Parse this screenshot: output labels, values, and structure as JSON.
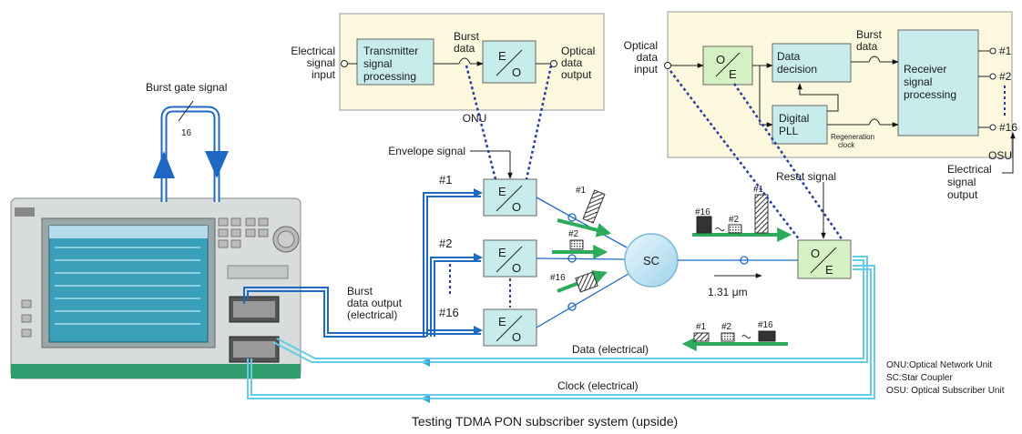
{
  "caption": "Testing TDMA PON subscriber system (upside)",
  "onu": {
    "name": "ONU",
    "input_label": [
      "Electrical",
      "signal",
      "input"
    ],
    "processing_label": [
      "Transmitter",
      "signal",
      "processing"
    ],
    "burst_label": [
      "Burst",
      "data"
    ],
    "converter": {
      "top": "E",
      "bottom": "O"
    },
    "output_label": [
      "Optical",
      "data",
      "output"
    ]
  },
  "osu": {
    "name": "OSU",
    "input_label": [
      "Optical",
      "data",
      "input"
    ],
    "oe": {
      "top": "O",
      "bottom": "E"
    },
    "decision_label": [
      "Data",
      "decision"
    ],
    "pll_label": [
      "Digital",
      "PLL"
    ],
    "burst_label": [
      "Burst",
      "data"
    ],
    "receiver_label": [
      "Receiver",
      "signal",
      "processing"
    ],
    "regen_label": [
      "Regeneration",
      "clock"
    ],
    "outputs": [
      "#1",
      "#2",
      "#16"
    ],
    "electrical_output_label": [
      "Electrical",
      "signal",
      "output"
    ]
  },
  "left": {
    "burst_gate": "Burst gate signal",
    "gate_count": "16",
    "envelope": "Envelope signal",
    "burst_output": [
      "Burst",
      "data output",
      "(electrical)"
    ]
  },
  "channels": [
    "#1",
    "#2",
    "#16"
  ],
  "converter": {
    "top": "E",
    "bottom": "O"
  },
  "star_coupler": "SC",
  "osu_oe": {
    "top": "O",
    "bottom": "E"
  },
  "reset_signal": "Reset signal",
  "packets_top": [
    "#16",
    "#2",
    "#1"
  ],
  "packets_bottom": [
    "#1",
    "#2",
    "#16"
  ],
  "wavelength": "1.31 μm",
  "data_line": "Data (electrical)",
  "clock_line": "Clock (electrical)",
  "legend": [
    "ONU:Optical Network Unit",
    "SC:Star Coupler",
    "OSU: Optical Subscriber Unit"
  ],
  "colors": {
    "panel_bg": "#fcf8de",
    "box_teal": "#c8ecec",
    "box_green": "#d6f1c4",
    "arrow_blue": "#1f68c4",
    "cable_light": "#63cce8",
    "dotted": "#2b3c9c",
    "arrow_green": "#2eab5a"
  }
}
